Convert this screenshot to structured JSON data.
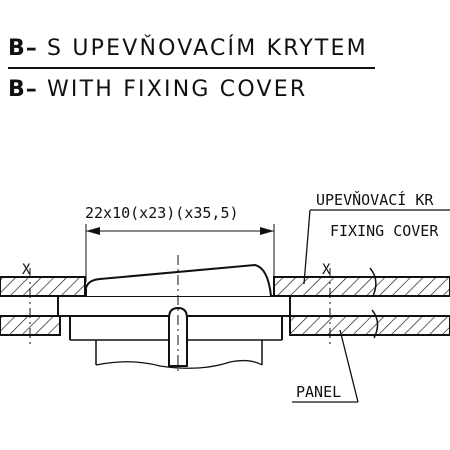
{
  "heading_cz": {
    "prefix": "B–",
    "text": "S UPEVŇOVACÍM KRYTEM"
  },
  "heading_en": {
    "prefix": "B–",
    "text": "WITH FIXING COVER"
  },
  "dimension_label": "22x10(x23)(x35,5)",
  "callouts": {
    "cover_cz": "UPEVŇOVACÍ KR",
    "cover_en": "FIXING COVER",
    "panel": "PANEL"
  },
  "marks": {
    "x_left": "X",
    "x_right": "X"
  }
}
